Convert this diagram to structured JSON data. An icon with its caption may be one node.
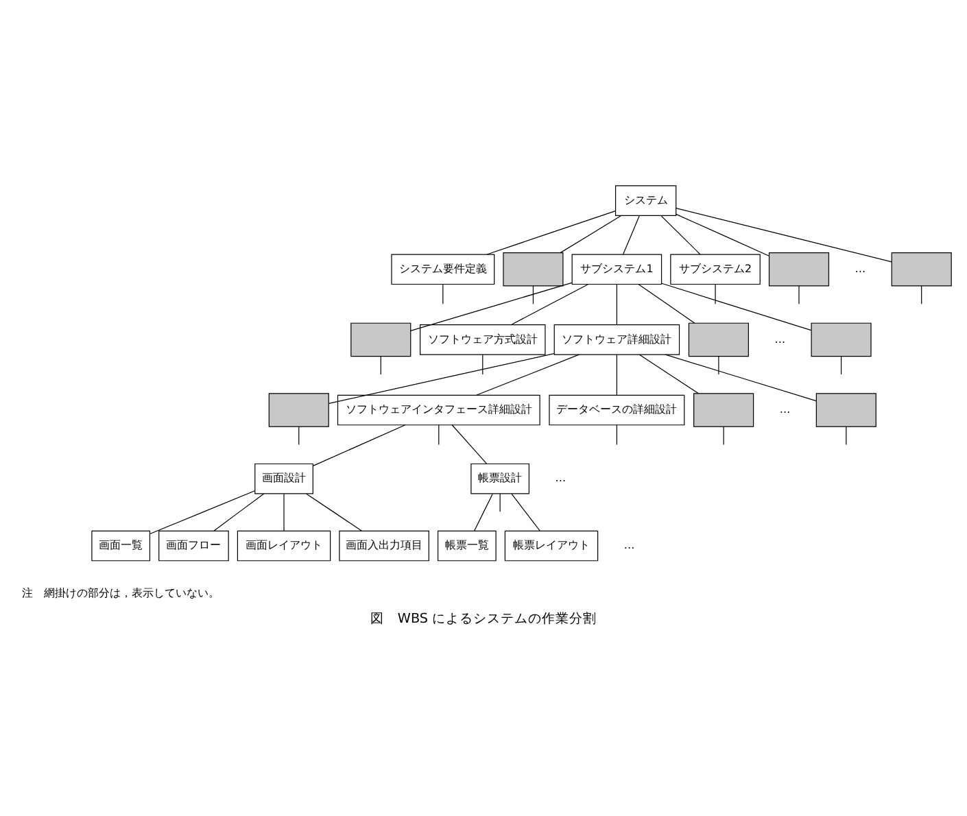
{
  "diagram": {
    "caption": "図　WBS によるシステムの作業分割",
    "nodes": [
      {
        "text": [
          "システム"
        ]
      },
      {
        "text": [
          "システム要件定義"
        ]
      },
      {
        "text": [],
        "shape": "box"
      },
      {
        "text": [
          "サブシステム1"
        ]
      },
      {
        "text": [
          "サブシステム2"
        ]
      },
      {
        "text": [],
        "shape": "box"
      },
      {
        "text": [],
        "shape": "box"
      },
      {
        "text": [],
        "shape": "box"
      },
      {
        "text": [
          "ソフトウェア方式設計"
        ]
      },
      {
        "text": [
          "ソフトウェア詳細設計"
        ]
      },
      {
        "text": [],
        "shape": "box"
      },
      {
        "text": [],
        "shape": "box"
      },
      {
        "text": [],
        "shape": "box"
      },
      {
        "text": [
          "ソフトウェアインタフェース詳細設計"
        ]
      },
      {
        "text": [
          "データベースの詳細設計"
        ]
      },
      {
        "text": [],
        "shape": "box"
      },
      {
        "text": [],
        "shape": "box"
      },
      {
        "text": [
          "画面設計"
        ]
      },
      {
        "text": [
          "帳票設計"
        ]
      },
      {
        "text": [
          "画面一覧"
        ]
      },
      {
        "text": [
          "画面フロー"
        ]
      },
      {
        "text": [
          "画面レイアウト"
        ]
      },
      {
        "text": [
          "画面入出力項目"
        ]
      },
      {
        "text": [
          "帳票一覧"
        ]
      },
      {
        "text": [
          "帳票レイアウト"
        ]
      }
    ],
    "edges": [
      {
        "from": 0,
        "to": 1,
        "arrow": "none"
      },
      {
        "from": 0,
        "to": 2,
        "arrow": "none"
      },
      {
        "from": 0,
        "to": 3,
        "arrow": "none"
      },
      {
        "from": 0,
        "to": 4,
        "arrow": "none"
      },
      {
        "from": 0,
        "to": 5,
        "arrow": "none"
      },
      {
        "from": 0,
        "to": 6,
        "arrow": "none"
      },
      {
        "from": 1,
        "to": null,
        "arrow": "none"
      },
      {
        "from": 2,
        "to": null,
        "arrow": "none"
      },
      {
        "from": 4,
        "to": null,
        "arrow": "none"
      },
      {
        "from": 5,
        "to": null,
        "arrow": "none"
      },
      {
        "from": 6,
        "to": null,
        "arrow": "none"
      },
      {
        "from": 3,
        "to": 7,
        "arrow": "none"
      },
      {
        "from": 3,
        "to": 8,
        "arrow": "none"
      },
      {
        "from": 3,
        "to": 9,
        "arrow": "none"
      },
      {
        "from": 3,
        "to": 10,
        "arrow": "none"
      },
      {
        "from": 3,
        "to": 11,
        "arrow": "none"
      },
      {
        "from": 7,
        "to": null,
        "arrow": "none"
      },
      {
        "from": 8,
        "to": null,
        "arrow": "none"
      },
      {
        "from": 10,
        "to": null,
        "arrow": "none"
      },
      {
        "from": 11,
        "to": null,
        "arrow": "none"
      },
      {
        "from": 9,
        "to": 12,
        "arrow": "none"
      },
      {
        "from": 9,
        "to": 13,
        "arrow": "none"
      },
      {
        "from": 9,
        "to": 14,
        "arrow": "none"
      },
      {
        "from": 9,
        "to": 15,
        "arrow": "none"
      },
      {
        "from": 9,
        "to": 16,
        "arrow": "none"
      },
      {
        "from": 12,
        "to": null,
        "arrow": "none"
      },
      {
        "from": 14,
        "to": null,
        "arrow": "none"
      },
      {
        "from": 15,
        "to": null,
        "arrow": "none"
      },
      {
        "from": 16,
        "to": null,
        "arrow": "none"
      },
      {
        "from": 13,
        "to": 17,
        "arrow": "none"
      },
      {
        "from": 13,
        "to": 18,
        "arrow": "none"
      },
      {
        "from": 13,
        "to": null,
        "arrow": "none"
      },
      {
        "from": 17,
        "to": 19,
        "arrow": "none"
      },
      {
        "from": 17,
        "to": 20,
        "arrow": "none"
      },
      {
        "from": 17,
        "to": 21,
        "arrow": "none"
      },
      {
        "from": 17,
        "to": 22,
        "arrow": "none"
      },
      {
        "from": 18,
        "to": 23,
        "arrow": "none"
      },
      {
        "from": 18,
        "to": 24,
        "arrow": "none"
      },
      {
        "from": 18,
        "to": null,
        "arrow": "none"
      }
    ],
    "labels": [
      "…",
      "…",
      "…",
      "…",
      "…",
      "注　網掛けの部分は，表示していない。"
    ]
  }
}
